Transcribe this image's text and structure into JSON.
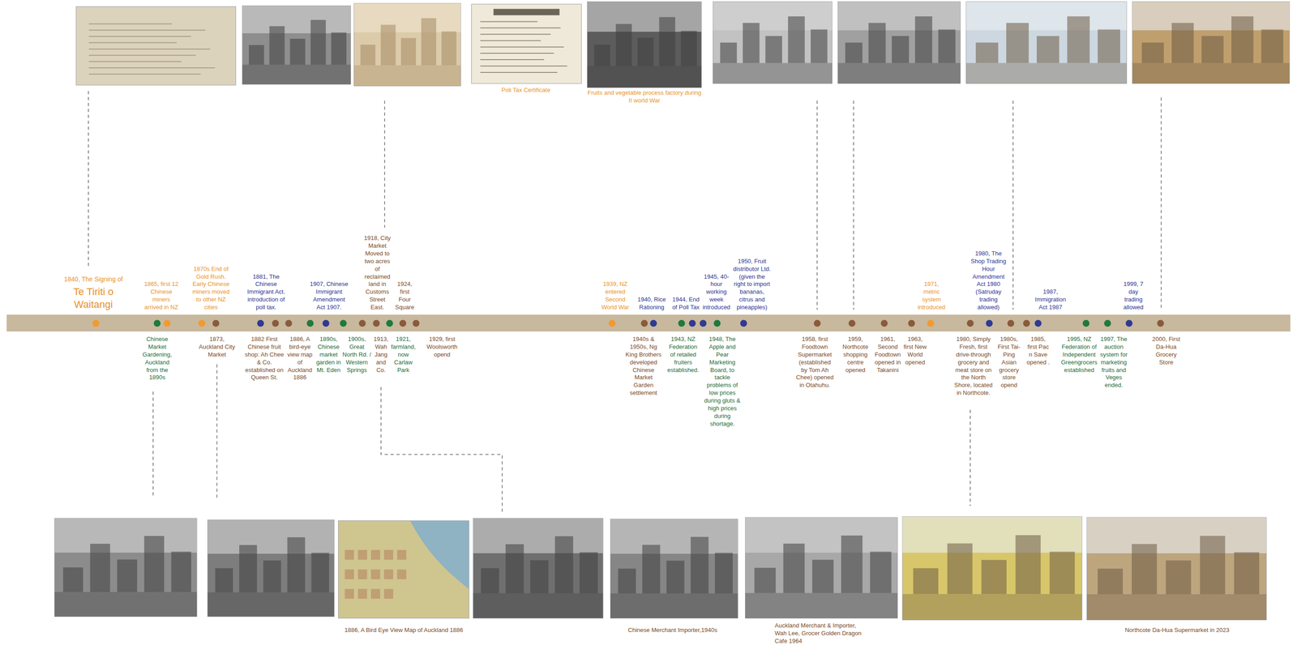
{
  "diagram": {
    "labels": [
      "1840, The Signing of",
      "Te Tiriti o Waitangi",
      "1865, first 12 Chinese miners arrived in NZ",
      "1870s End of Gold Rush. Early Chinese miners moved to other NZ cities",
      "1881, The Chinese Immigrant Act. introduction of poll tax.",
      "1907, Chinese Immigrant Amendment Act 1907.",
      "1918, City Market Moved to two acres of reclaimed land in Customs Street East.",
      "1924, first Four Square",
      "1939, NZ entered Second World War",
      "1940, Rice Rationing",
      "1944, End of Poll Tax",
      "1945, 40-hour working week introduced",
      "1950, Fruit distributor Ltd. (given the right to import bananas, citrus and pineapples)",
      "1971, metric system introduced",
      "1980, The Shop Trading Hour Amendment Act 1980 (Satruday trading allowed)",
      "1987, Immigration Act 1987",
      "1999, 7 day trading allowed",
      "Chinese Market Gardening, Auckland from the 1890s",
      "1873, Auckland City Market",
      "1882 First Chinese fruit shop: Ah Chee & Co. established on Queen St.",
      "1886, A bird-eye view map of Auckland 1886",
      "1890s, Chinese market garden in Mt. Eden",
      "1900s, Great North Rd. / Western Springs",
      "1913, Wah Jang and Co.",
      "1921, farmland, now Carlaw Park",
      "1929, first Woolsworth opend",
      "1940s & 1950s, Ng King Brothers developed Chinese Market Garden settlement",
      "1943, NZ Federation of retailed fruiters established.",
      "1948, The Apple and Pear Marketing Board, to tackle problems of low prices during gluts & high prices during shortage.",
      "1958, first Foodtown Supermarket (established by Tom Ah Chee) opened in Otahuhu.",
      "1959, Northcote shopping centre opened",
      "1961, Second Foodtown opened in Takanini",
      "1963, first New World opened",
      "1980, Simply Fresh, first drive-through grocery and meat store on the North Shore, located in Northcote.",
      "1980s, First Tai-Ping Asian grocery store opend",
      "1985, first Pac n Save opened .",
      "1995, NZ Federation of Independent Greengrocers established",
      "1997, The auction system for marketing fruits and Veges ended.",
      "2000, First Da-Hua Grocery Store",
      "Poli Tax Certificate",
      "Fruits and vegetable process factory during II world War",
      "1886, A Bird Eye View Map of Auckland 1886",
      "Chinese Merchant Importer,1940s",
      "Auckland Merchant & Importer, Wah Lee, Grocer Golden Dragon Cafe 1964",
      "Northcote Da-Hua Supermarket in 2023"
    ]
  }
}
